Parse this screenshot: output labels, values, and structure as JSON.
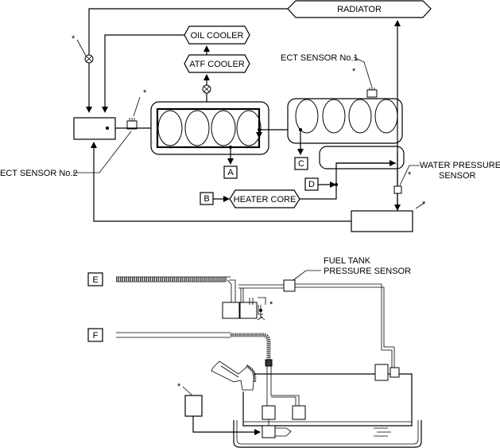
{
  "labels": {
    "radiator": "RADIATOR",
    "oil_cooler": "OIL COOLER",
    "atf_cooler": "ATF COOLER",
    "heater_core": "HEATER CORE",
    "ect_sensor_1": "ECT SENSOR No.1",
    "ect_sensor_2": "ECT SENSOR No.2",
    "water_pressure_sensor_1": "WATER PRESSURE",
    "water_pressure_sensor_2": "SENSOR",
    "fuel_tank_sensor_1": "FUEL TANK",
    "fuel_tank_sensor_2": "PRESSURE SENSOR",
    "asterisk": "*"
  },
  "callouts": {
    "a": "A",
    "b": "B",
    "c": "C",
    "d": "D",
    "e": "E",
    "f": "F"
  },
  "icons": {
    "valve": "valve-icon",
    "sensor": "sensor-icon"
  }
}
